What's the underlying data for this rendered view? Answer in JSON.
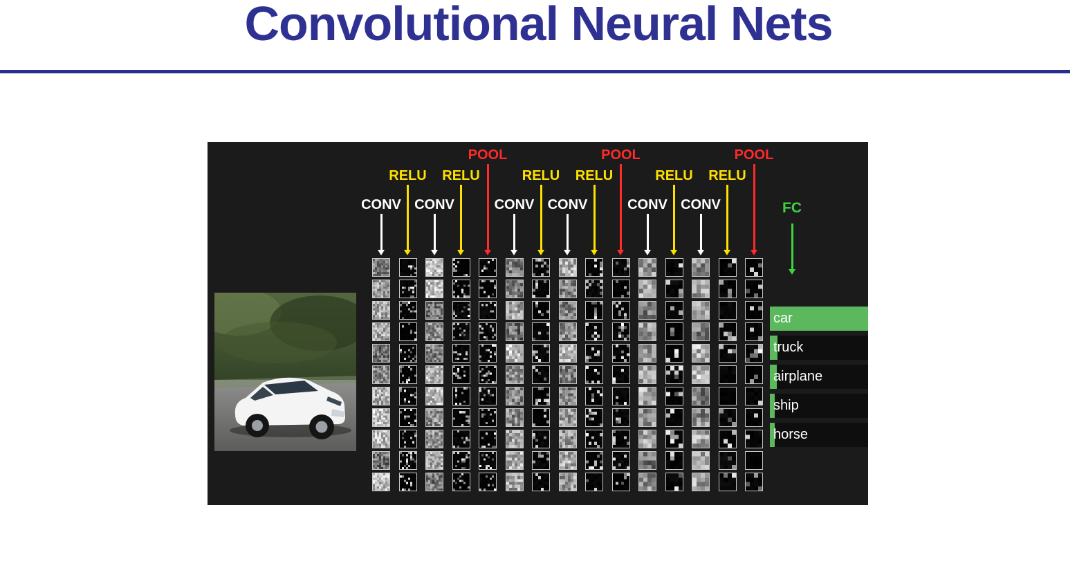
{
  "slide": {
    "title": "Convolutional Neural Nets"
  },
  "figure": {
    "input_image_alt": "White car driving on a road with dark green trees in the background",
    "fc_label": "FC",
    "layers": [
      {
        "label": "CONV",
        "type": "conv"
      },
      {
        "label": "RELU",
        "type": "relu"
      },
      {
        "label": "CONV",
        "type": "conv"
      },
      {
        "label": "RELU",
        "type": "relu"
      },
      {
        "label": "POOL",
        "type": "pool"
      },
      {
        "label": "CONV",
        "type": "conv"
      },
      {
        "label": "RELU",
        "type": "relu"
      },
      {
        "label": "CONV",
        "type": "conv"
      },
      {
        "label": "RELU",
        "type": "relu"
      },
      {
        "label": "POOL",
        "type": "pool"
      },
      {
        "label": "CONV",
        "type": "conv"
      },
      {
        "label": "RELU",
        "type": "relu"
      },
      {
        "label": "CONV",
        "type": "conv"
      },
      {
        "label": "RELU",
        "type": "relu"
      },
      {
        "label": "POOL",
        "type": "pool"
      }
    ],
    "icons": {
      "layer_arrow": "down-arrow",
      "fc_arrow": "down-arrow"
    },
    "colors": {
      "conv": "#ffffff",
      "relu": "#ffe100",
      "pool": "#ff2a2a",
      "fc": "#3fd23f",
      "bar": "#5cb85c",
      "title": "#2e3192"
    },
    "predictions": [
      {
        "label": "car",
        "score": 1.0
      },
      {
        "label": "truck",
        "score": 0.08
      },
      {
        "label": "airplane",
        "score": 0.07
      },
      {
        "label": "ship",
        "score": 0.05
      },
      {
        "label": "horse",
        "score": 0.04
      }
    ]
  }
}
